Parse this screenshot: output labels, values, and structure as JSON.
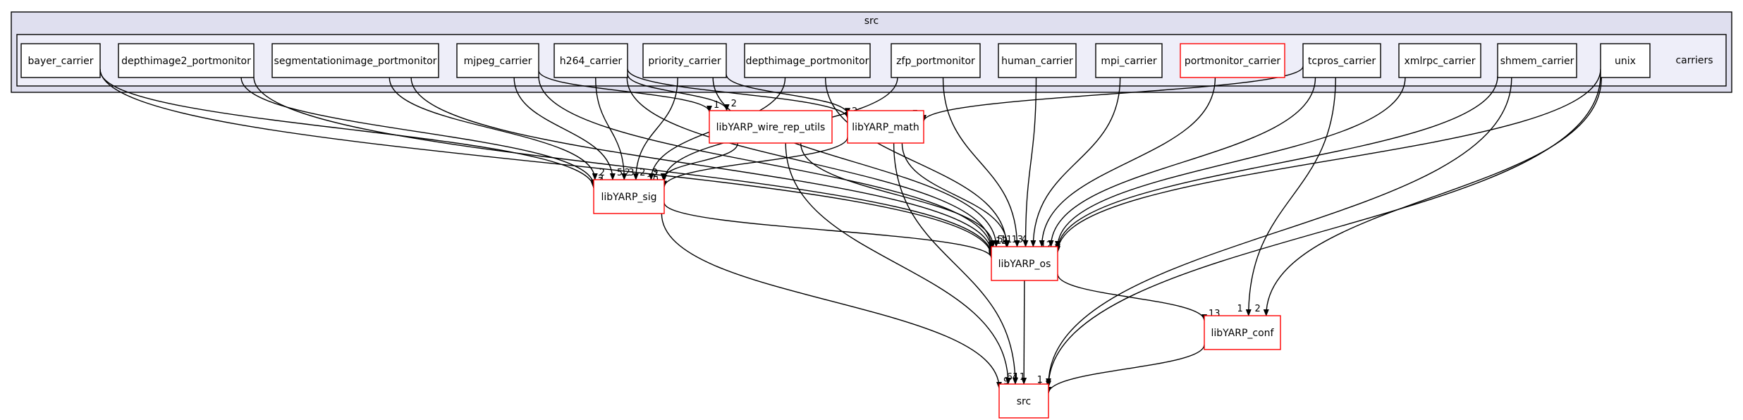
{
  "diagram": {
    "outer_cluster": {
      "label": "src",
      "fill": "#dfdfef",
      "stroke": "#000000"
    },
    "inner_cluster": {
      "label": "carriers",
      "fill": "#eeeef9",
      "stroke": "#000000"
    },
    "colors": {
      "black_node": "#000000",
      "red_node": "#ff0000",
      "edge": "#000000",
      "text": "#000000"
    },
    "nodes": [
      {
        "id": "bayer",
        "label": "bayer_carrier",
        "color": "black"
      },
      {
        "id": "depth2",
        "label": "depthimage2_portmonitor",
        "color": "black"
      },
      {
        "id": "seg",
        "label": "segmentationimage_portmonitor",
        "color": "black"
      },
      {
        "id": "mjpeg",
        "label": "mjpeg_carrier",
        "color": "black"
      },
      {
        "id": "h264",
        "label": "h264_carrier",
        "color": "black"
      },
      {
        "id": "priority",
        "label": "priority_carrier",
        "color": "black"
      },
      {
        "id": "depthpm",
        "label": "depthimage_portmonitor",
        "color": "black"
      },
      {
        "id": "zfp",
        "label": "zfp_portmonitor",
        "color": "black"
      },
      {
        "id": "human",
        "label": "human_carrier",
        "color": "black"
      },
      {
        "id": "mpi",
        "label": "mpi_carrier",
        "color": "black"
      },
      {
        "id": "portmon",
        "label": "portmonitor_carrier",
        "color": "red"
      },
      {
        "id": "tcpros",
        "label": "tcpros_carrier",
        "color": "black"
      },
      {
        "id": "xmlrpc",
        "label": "xmlrpc_carrier",
        "color": "black"
      },
      {
        "id": "shmem",
        "label": "shmem_carrier",
        "color": "black"
      },
      {
        "id": "unix",
        "label": "unix",
        "color": "black"
      },
      {
        "id": "wire",
        "label": "libYARP_wire_rep_utils",
        "color": "red"
      },
      {
        "id": "math",
        "label": "libYARP_math",
        "color": "red"
      },
      {
        "id": "sig",
        "label": "libYARP_sig",
        "color": "red"
      },
      {
        "id": "os",
        "label": "libYARP_os",
        "color": "red"
      },
      {
        "id": "conf",
        "label": "libYARP_conf",
        "color": "red"
      },
      {
        "id": "srcnode",
        "label": "src",
        "color": "red"
      }
    ],
    "edges": [
      {
        "from": "bayer",
        "to": "sig",
        "label": "2"
      },
      {
        "from": "bayer",
        "to": "os",
        "label": ""
      },
      {
        "from": "depth2",
        "to": "sig",
        "label": "2"
      },
      {
        "from": "depth2",
        "to": "os",
        "label": ""
      },
      {
        "from": "seg",
        "to": "sig",
        "label": "2"
      },
      {
        "from": "seg",
        "to": "os",
        "label": ""
      },
      {
        "from": "mjpeg",
        "to": "sig",
        "label": "5"
      },
      {
        "from": "mjpeg",
        "to": "os",
        "label": ""
      },
      {
        "from": "mjpeg",
        "to": "wire",
        "label": "1"
      },
      {
        "from": "h264",
        "to": "sig",
        "label": "3"
      },
      {
        "from": "h264",
        "to": "os",
        "label": "12"
      },
      {
        "from": "h264",
        "to": "math",
        "label": "2"
      },
      {
        "from": "h264",
        "to": "wire",
        "label": "2"
      },
      {
        "from": "priority",
        "to": "sig",
        "label": "2"
      },
      {
        "from": "priority",
        "to": "os",
        "label": "11"
      },
      {
        "from": "priority",
        "to": "math",
        "label": ""
      },
      {
        "from": "depthpm",
        "to": "sig",
        "label": "2"
      },
      {
        "from": "depthpm",
        "to": "os",
        "label": ""
      },
      {
        "from": "zfp",
        "to": "sig",
        "label": "2"
      },
      {
        "from": "zfp",
        "to": "os",
        "label": "4"
      },
      {
        "from": "human",
        "to": "os",
        "label": ""
      },
      {
        "from": "mpi",
        "to": "os",
        "label": ""
      },
      {
        "from": "portmon",
        "to": "os",
        "label": ""
      },
      {
        "from": "tcpros",
        "to": "os",
        "label": ""
      },
      {
        "from": "tcpros",
        "to": "conf",
        "label": "1"
      },
      {
        "from": "tcpros",
        "to": "math",
        "label": "7"
      },
      {
        "from": "xmlrpc",
        "to": "os",
        "label": ""
      },
      {
        "from": "shmem",
        "to": "os",
        "label": ""
      },
      {
        "from": "shmem",
        "to": "srcnode",
        "label": ""
      },
      {
        "from": "unix",
        "to": "os",
        "label": "12"
      },
      {
        "from": "unix",
        "to": "conf",
        "label": "2"
      },
      {
        "from": "unix",
        "to": "srcnode",
        "label": "1"
      },
      {
        "from": "wire",
        "to": "sig",
        "label": "3"
      },
      {
        "from": "wire",
        "to": "os",
        "label": "5"
      },
      {
        "from": "wire",
        "to": "srcnode",
        "label": "4"
      },
      {
        "from": "math",
        "to": "sig",
        "label": "20"
      },
      {
        "from": "math",
        "to": "os",
        "label": "13"
      },
      {
        "from": "math",
        "to": "srcnode",
        "label": "1"
      },
      {
        "from": "sig",
        "to": "os",
        "label": "4"
      },
      {
        "from": "sig",
        "to": "srcnode",
        "label": "9"
      },
      {
        "from": "os",
        "to": "conf",
        "label": "13"
      },
      {
        "from": "os",
        "to": "srcnode",
        "label": "61"
      },
      {
        "from": "conf",
        "to": "srcnode",
        "label": "1"
      }
    ]
  }
}
